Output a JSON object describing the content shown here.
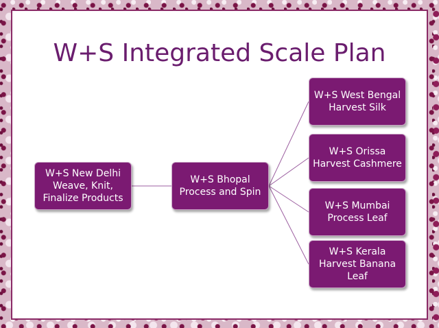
{
  "slide": {
    "title": "W+S Integrated Scale Plan"
  },
  "diagram": {
    "root": {
      "lines": [
        "W+S New Delhi",
        "Weave, Knit,",
        "Finalize Products"
      ]
    },
    "hub": {
      "lines": [
        "W+S Bhopal",
        "Process and Spin"
      ]
    },
    "leaves": [
      {
        "lines": [
          "W+S West Bengal",
          "Harvest Silk"
        ]
      },
      {
        "lines": [
          "W+S Orissa",
          "Harvest Cashmere"
        ]
      },
      {
        "lines": [
          "W+S Mumbai",
          "Process Leaf"
        ]
      },
      {
        "lines": [
          "W+S Kerala",
          "Harvest Banana",
          "Leaf"
        ]
      }
    ]
  },
  "colors": {
    "node_fill": "#7b1a72",
    "title": "#6a1d6e",
    "connector": "#9c5fa0",
    "frame_border": "#8a2a66"
  }
}
